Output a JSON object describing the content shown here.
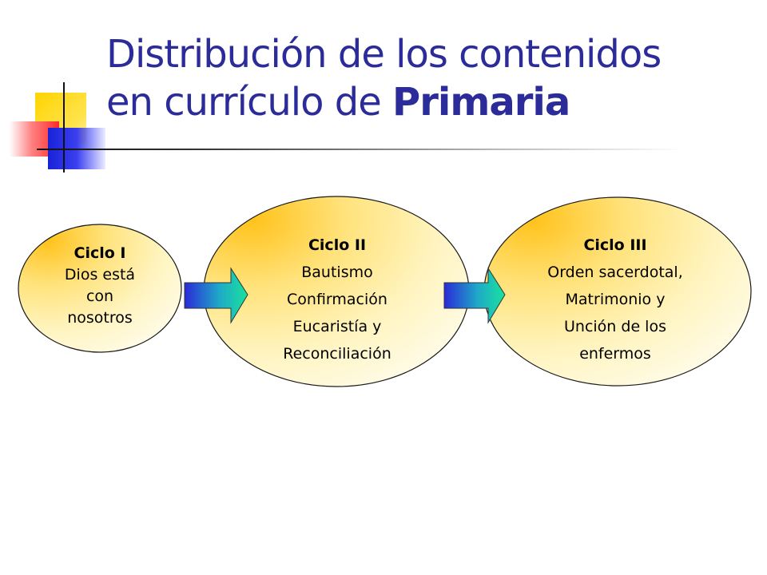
{
  "title": {
    "line1": "Distribución de los contenidos",
    "line2_prefix": "en currículo de ",
    "line2_bold": "Primaria"
  },
  "nodes": [
    {
      "heading": "Ciclo I",
      "lines": [
        "Dios está",
        "con",
        "nosotros"
      ]
    },
    {
      "heading": "Ciclo II",
      "lines": [
        "Bautismo",
        "Confirmación",
        "Eucaristía y",
        "Reconciliación"
      ]
    },
    {
      "heading": "Ciclo III",
      "lines": [
        "Orden sacerdotal,",
        "Matrimonio y",
        "Unción de los",
        "enfermos"
      ]
    }
  ],
  "edges": [
    {
      "from": "Ciclo I",
      "to": "Ciclo II"
    },
    {
      "from": "Ciclo II",
      "to": "Ciclo III"
    }
  ],
  "colors": {
    "title": "#2b2b9a",
    "ellipse_light": "#fffbe0",
    "ellipse_dark": "#ffcf3a",
    "arrow_start": "#2a2ad8",
    "arrow_end": "#19e0a0"
  }
}
